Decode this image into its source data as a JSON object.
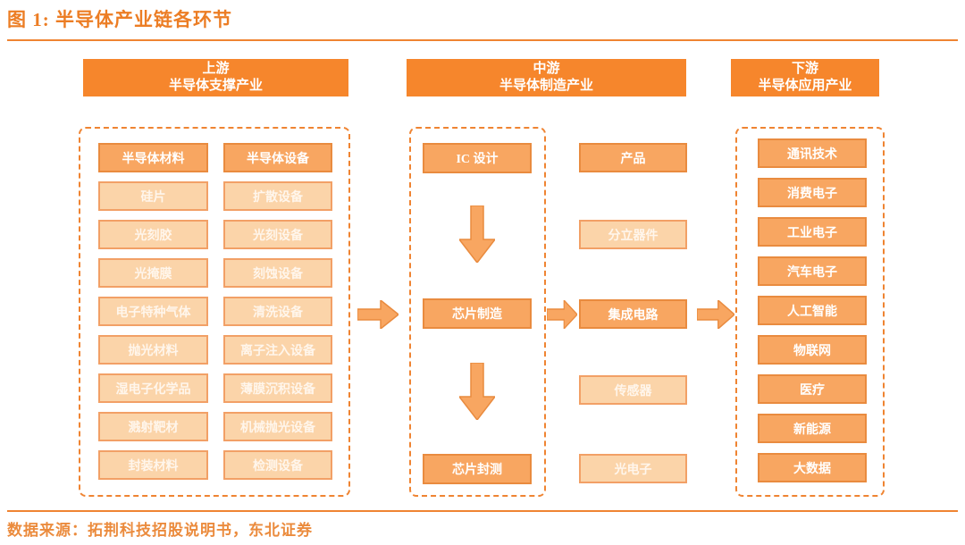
{
  "figure": {
    "title": "图 1: 半导体产业链各环节",
    "source": "数据来源：拓荆科技招股说明书，东北证券"
  },
  "columns": {
    "upstream": {
      "header_line1": "上游",
      "header_line2": "半导体支撑产业",
      "materials": [
        "半导体材料",
        "硅片",
        "光刻胶",
        "光掩膜",
        "电子特种气体",
        "抛光材料",
        "湿电子化学品",
        "溅射靶材",
        "封装材料"
      ],
      "equipment": [
        "半导体设备",
        "扩散设备",
        "光刻设备",
        "刻蚀设备",
        "清洗设备",
        "离子注入设备",
        "薄膜沉积设备",
        "机械抛光设备",
        "检测设备"
      ]
    },
    "midstream": {
      "header_line1": "中游",
      "header_line2": "半导体制造产业",
      "process_steps": [
        "IC 设计",
        "芯片制造",
        "芯片封测"
      ],
      "products_label": "产品",
      "products": [
        "分立器件",
        "集成电路",
        "传感器",
        "光电子"
      ]
    },
    "downstream": {
      "header_line1": "下游",
      "header_line2": "半导体应用产业",
      "applications": [
        "通讯技术",
        "消费电子",
        "工业电子",
        "汽车电子",
        "人工智能",
        "物联网",
        "医疗",
        "新能源",
        "大数据"
      ]
    }
  },
  "colors": {
    "accent_orange": "#F6862C",
    "box_medium_fill": "#F8A661",
    "box_medium_border": "#E98B3F",
    "box_light_fill": "#FBD4A9",
    "box_light_border": "#F2A066",
    "dashed_border": "#EF8432",
    "title_text": "#EC7D24",
    "source_text": "#EB8B3D"
  }
}
